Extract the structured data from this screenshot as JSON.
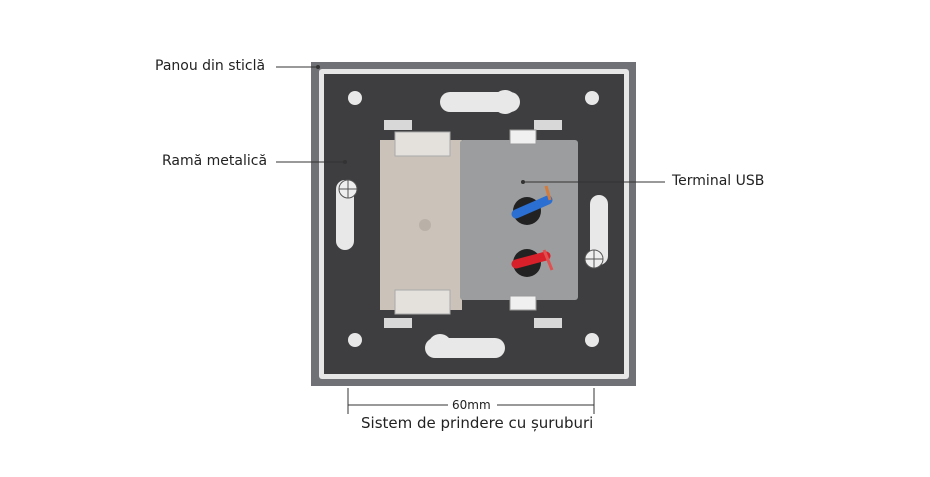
{
  "labels": {
    "glass_panel": "Panou din sticlă",
    "metal_frame": "Ramă metalică",
    "usb_terminal": "Terminal USB",
    "dimension": "60mm",
    "mounting_system": "Sistem de prindere cu șuruburi"
  },
  "colors": {
    "panel": "#707176",
    "plate": "#3e3e40",
    "box": "#cbc3ba",
    "usb_module": "#9c9d9e",
    "wire_blue": "#2a6fd1",
    "wire_red": "#d8202a"
  }
}
